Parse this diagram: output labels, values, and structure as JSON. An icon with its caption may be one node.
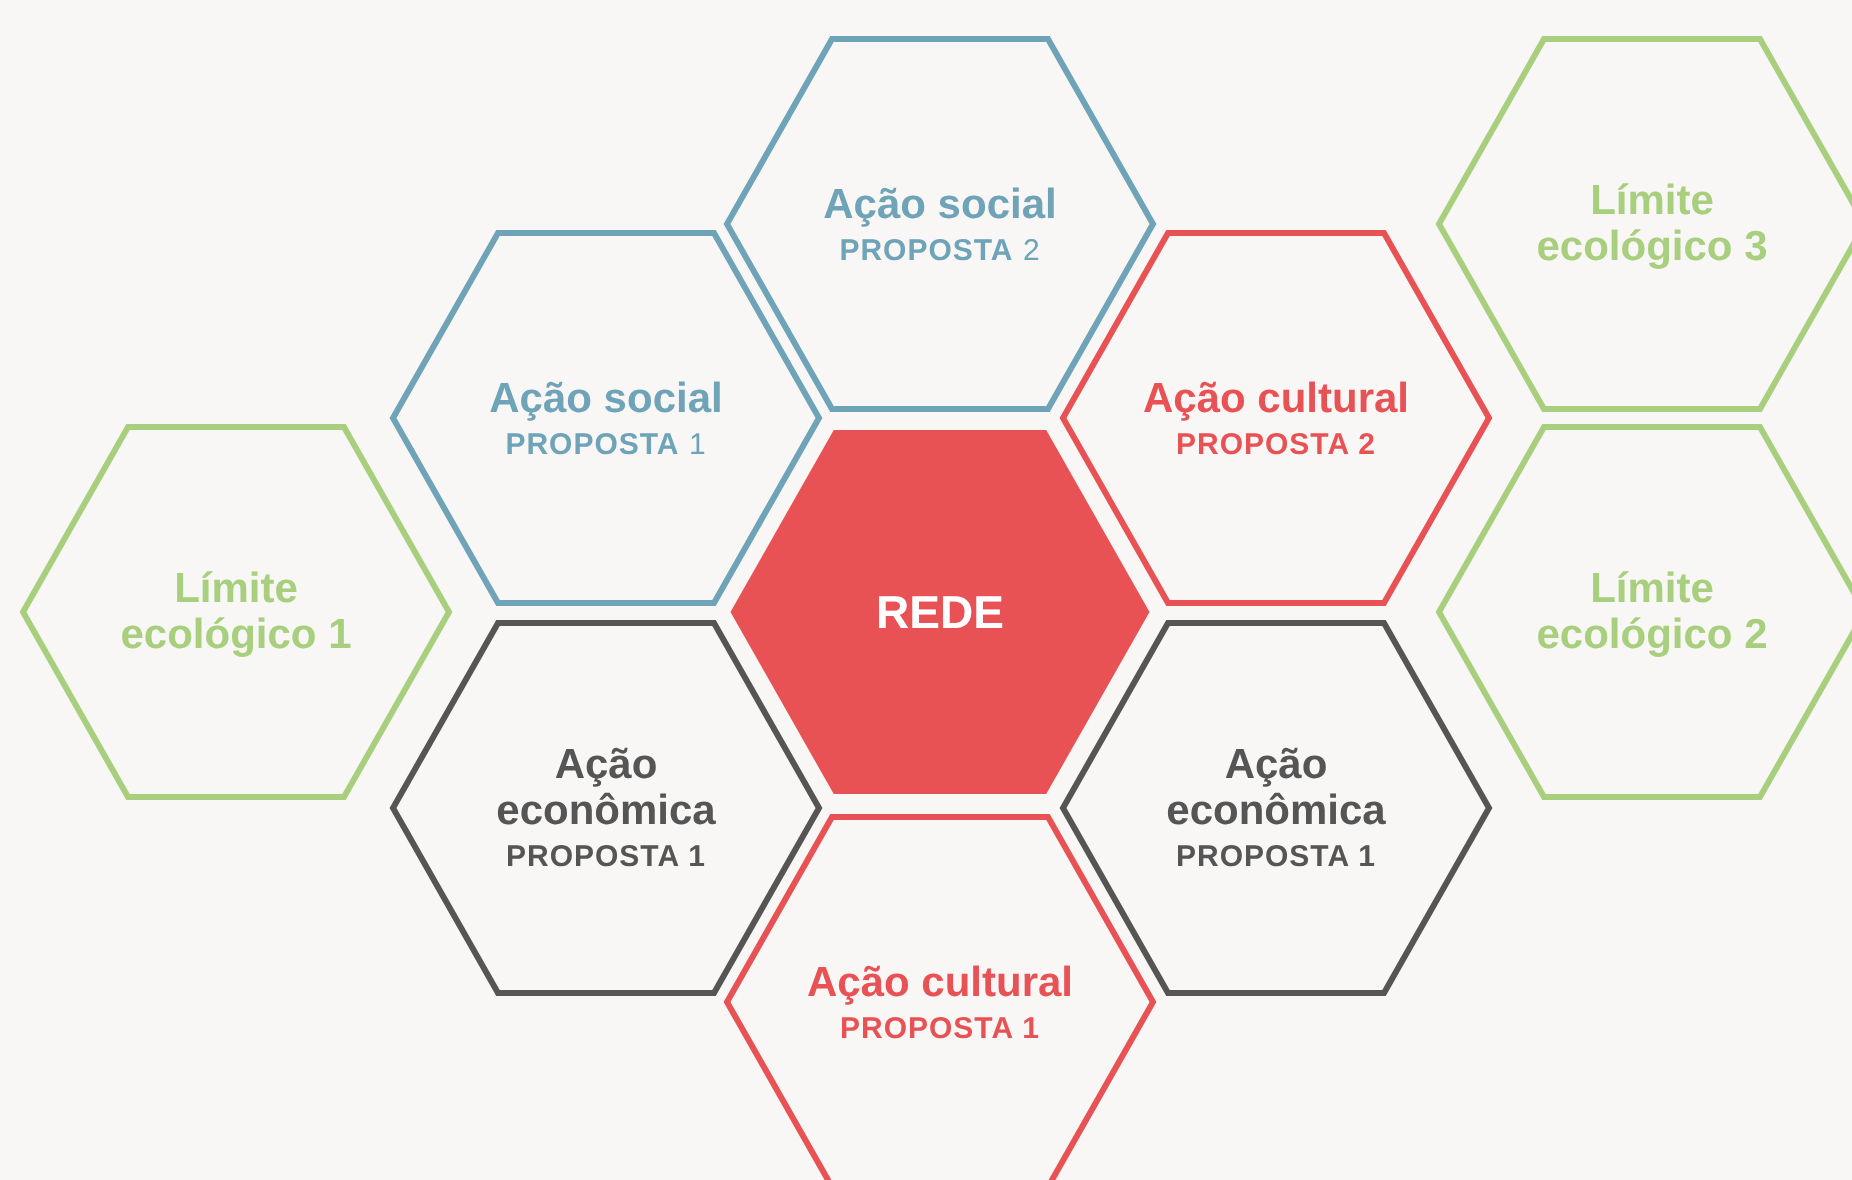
{
  "diagram": {
    "nodes": [
      {
        "text": [
          "Ação social",
          "**PROPOSTA** 2"
        ]
      },
      {
        "text": [
          "Límite ecológico 3"
        ]
      },
      {
        "text": [
          "Ação social",
          "**PROPOSTA** 1"
        ]
      },
      {
        "text": [
          "Ação cultural",
          "PROPOSTA 2"
        ]
      },
      {
        "text": [
          "Límite ecológico 1"
        ]
      },
      {
        "text": [
          "REDE"
        ]
      },
      {
        "text": [
          "Límite ecológico 2"
        ]
      },
      {
        "text": [
          "Ação econômica",
          "PROPOSTA 1"
        ]
      },
      {
        "text": [
          "Ação econômica",
          "PROPOSTA 1"
        ]
      },
      {
        "text": [
          "Ação cultural",
          "PROPOSTA 1"
        ]
      }
    ]
  }
}
